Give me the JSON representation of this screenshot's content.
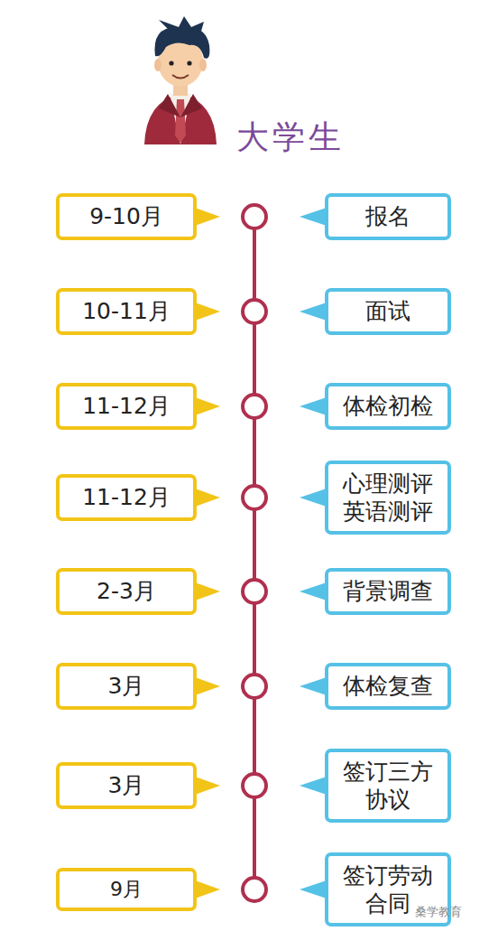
{
  "diagram": {
    "title": "大学生",
    "nodes": [
      {
        "text": [
          "9-10月"
        ]
      },
      {
        "text": [
          "报名"
        ]
      },
      {
        "text": [
          "10-11月"
        ]
      },
      {
        "text": [
          "面试"
        ]
      },
      {
        "text": [
          "11-12月"
        ]
      },
      {
        "text": [
          "体检初检"
        ]
      },
      {
        "text": [
          "11-12月"
        ]
      },
      {
        "text": [
          "心理测评 英语测评"
        ]
      },
      {
        "text": [
          "2-3月"
        ]
      },
      {
        "text": [
          "背景调查"
        ]
      },
      {
        "text": [
          "3月"
        ]
      },
      {
        "text": [
          "体检复查"
        ]
      },
      {
        "text": [
          "3月"
        ]
      },
      {
        "text": [
          "签订三方 协议"
        ]
      },
      {
        "text": [
          "9月"
        ]
      },
      {
        "text": [
          "签订劳动 合同"
        ]
      }
    ],
    "labels": [
      "桑学教育"
    ]
  }
}
